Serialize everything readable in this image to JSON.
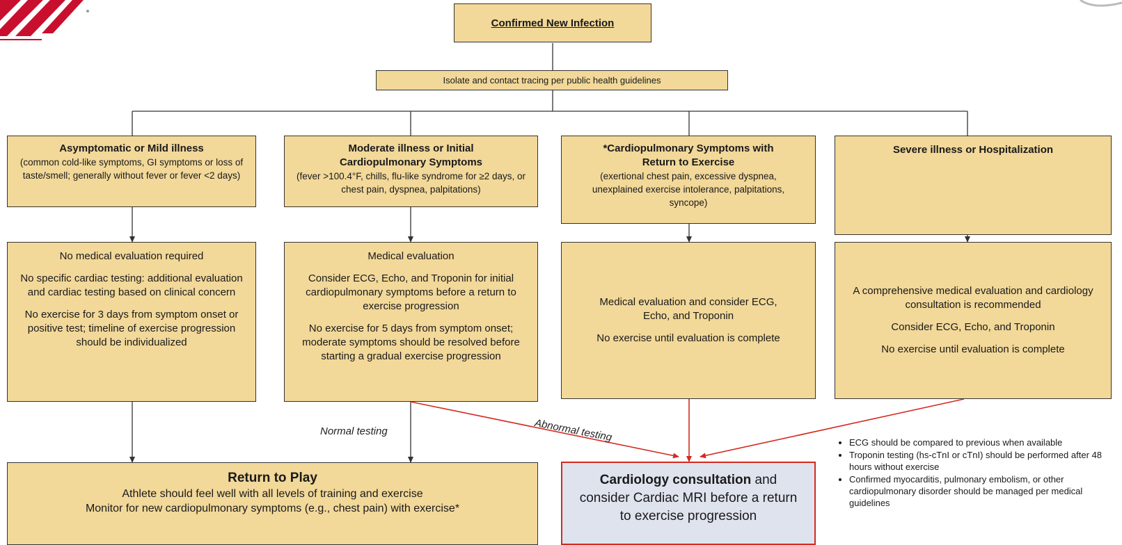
{
  "colors": {
    "box_fill": "#f2d899",
    "cardiology_fill": "#dfe3ee",
    "abnormal_line": "#d42a20",
    "normal_line": "#333333"
  },
  "top": {
    "title": "Confirmed New Infection",
    "isolate": "Isolate and contact tracing per public health guidelines"
  },
  "columns": [
    {
      "title": "Asymptomatic or Mild illness",
      "desc": "(common cold-like symptoms, GI symptoms or loss of taste/smell; generally without fever or fever <2 days)",
      "eval": [
        "No medical evaluation required",
        "No specific cardiac testing: additional evaluation and cardiac testing based on clinical concern",
        "No exercise for 3 days from symptom onset or positive test; timeline of exercise progression should be individualized"
      ]
    },
    {
      "title": "Moderate illness or Initial Cardiopulmonary Symptoms",
      "desc": "(fever >100.4°F, chills, flu-like syndrome for ≥2 days, or chest pain, dyspnea, palpitations)",
      "eval": [
        "Medical evaluation",
        "Consider ECG, Echo, and Troponin for initial cardiopulmonary symptoms before a return to exercise progression",
        "No exercise for 5 days from symptom onset; moderate symptoms should be resolved before starting a gradual exercise progression"
      ]
    },
    {
      "title": "*Cardiopulmonary Symptoms with Return to Exercise",
      "desc": "(exertional chest pain, excessive dyspnea, unexplained exercise intolerance, palpitations, syncope)",
      "eval": [
        "Medical evaluation and consider ECG, Echo, and Troponin",
        "No exercise until evaluation is complete"
      ]
    },
    {
      "title": "Severe illness or Hospitalization",
      "desc": "",
      "eval": [
        "A comprehensive medical evaluation and cardiology consultation is recommended",
        "Consider ECG, Echo, and Troponin",
        "No exercise until evaluation is complete"
      ]
    }
  ],
  "labels": {
    "normal": "Normal testing",
    "abnormal": "Abnormal testing"
  },
  "return_to_play": {
    "title": "Return to Play",
    "lines": [
      "Athlete should feel well with all levels of training and exercise",
      "Monitor for new cardiopulmonary symptoms (e.g., chest pain) with exercise*"
    ]
  },
  "cardiology": {
    "bold": "Cardiology consultation",
    "rest": " and consider Cardiac MRI before a return to exercise progression"
  },
  "notes": [
    "ECG should be compared to previous when available",
    "Troponin testing (hs-cTnI or cTnI) should be performed after 48 hours without exercise",
    "Confirmed myocarditis, pulmonary embolism, or other cardiopulmonary disorder should be managed per medical guidelines"
  ]
}
